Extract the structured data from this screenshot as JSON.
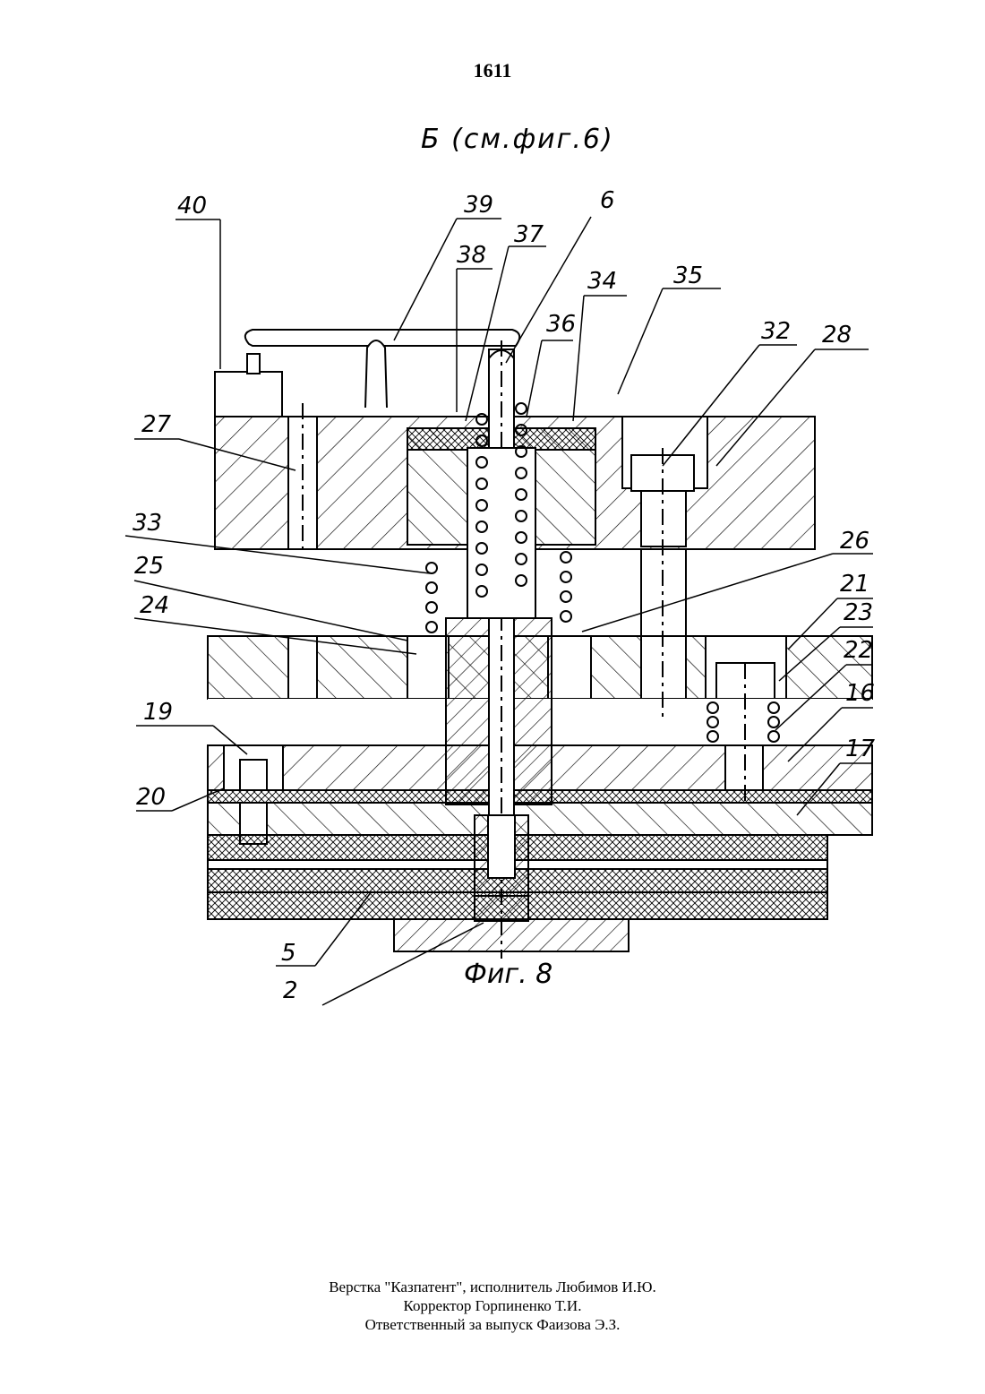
{
  "page_number": "1611",
  "figure": {
    "view_label": "Б (см.фиг.6)",
    "caption": "Фиг. 8",
    "callouts": [
      "40",
      "39",
      "37",
      "6",
      "38",
      "34",
      "35",
      "36",
      "32",
      "28",
      "27",
      "33",
      "26",
      "25",
      "21",
      "24",
      "23",
      "22",
      "19",
      "16",
      "17",
      "20",
      "5",
      "2"
    ]
  },
  "footer": {
    "line1": "Верстка \"Казпатент\", исполнитель Любимов И.Ю.",
    "line2": "Корректор Горпиненко Т.И.",
    "line3": "Ответственный за выпуск Фаизова Э.З."
  }
}
